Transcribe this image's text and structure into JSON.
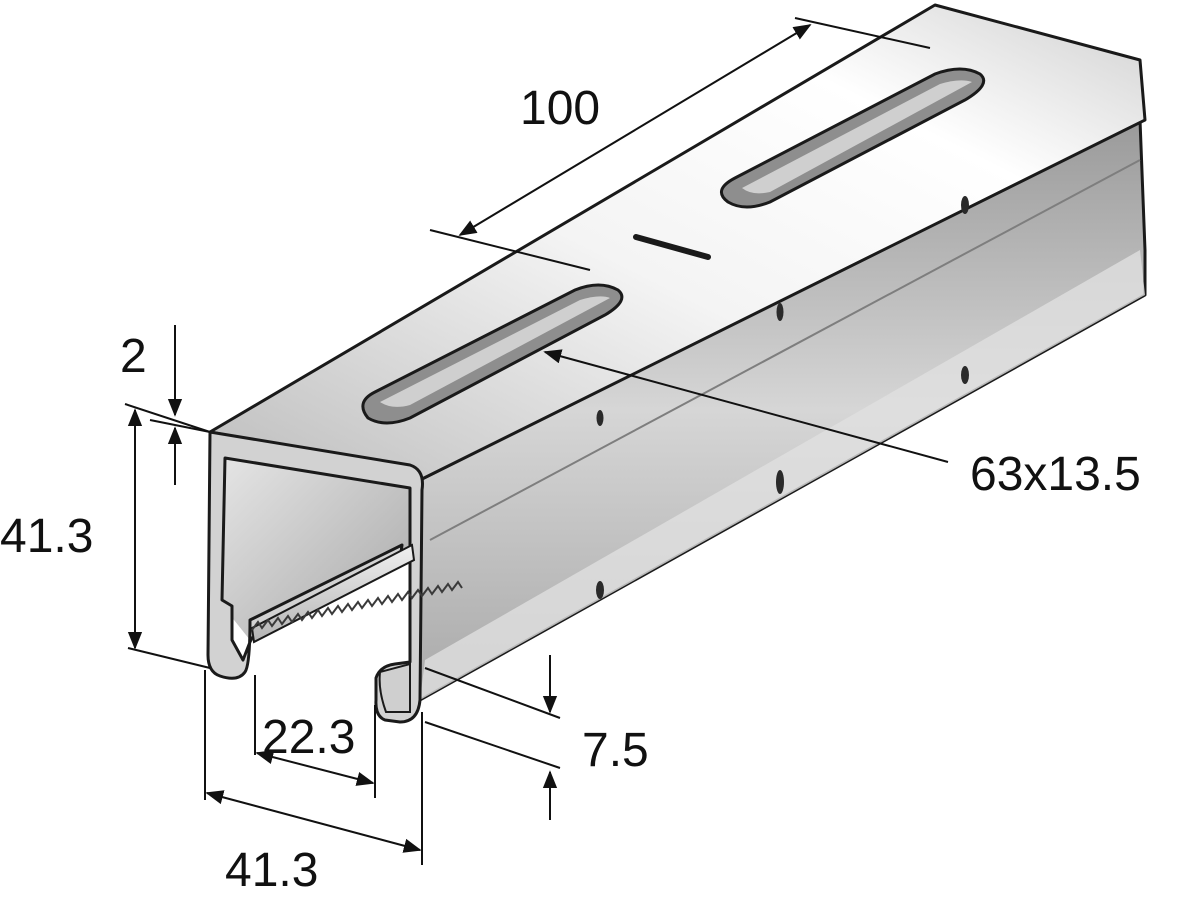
{
  "labels": {
    "slot_pitch": "100",
    "slot_size": "63x13.5",
    "wall_thickness": "2",
    "height": "41.3",
    "width": "41.3",
    "opening": "22.3",
    "lip_depth": "7.5"
  },
  "colors": {
    "steel_light": "#f2f2f2",
    "steel_mid": "#c8c8c8",
    "steel_dark": "#8c8c8c",
    "ink": "#111111"
  }
}
